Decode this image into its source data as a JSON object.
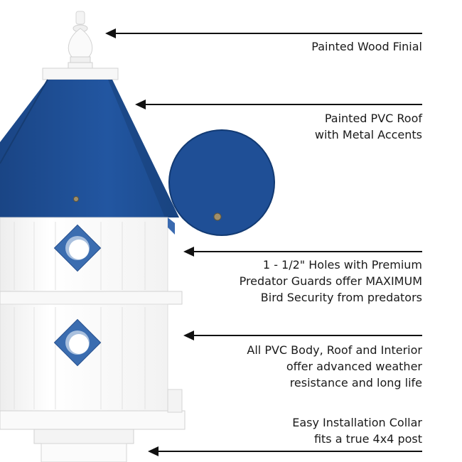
{
  "callouts": [
    {
      "lines": [
        "Painted Wood Finial"
      ]
    },
    {
      "lines": [
        "Painted PVC Roof",
        "with Metal Accents"
      ]
    },
    {
      "lines": [
        "1 - 1/2\" Holes with Premium",
        "Predator Guards offer MAXIMUM",
        "Bird Security from predators"
      ]
    },
    {
      "lines": [
        "All PVC Body, Roof and Interior",
        "offer advanced weather",
        "resistance and long life"
      ]
    },
    {
      "lines": [
        "Easy Installation Collar",
        "fits a true 4x4 post"
      ]
    }
  ],
  "colors": {
    "roof_blue": "#1f4f96",
    "body_white": "#ffffff",
    "guard_blue": "#3b6db0",
    "arrow": "#111111"
  }
}
